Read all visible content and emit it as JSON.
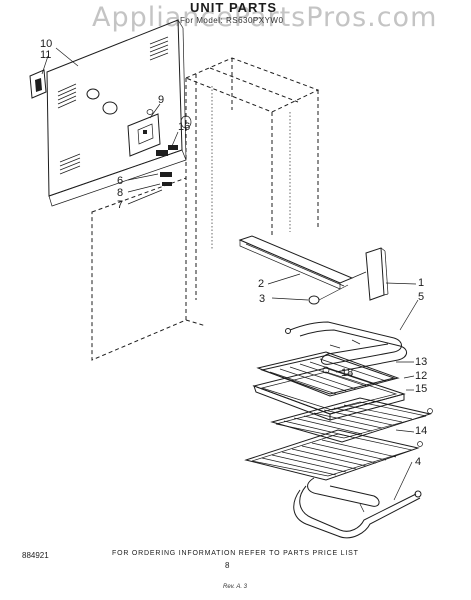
{
  "watermark": "AppliancePartsPros.com",
  "title": "UNIT PARTS",
  "subtitle": "For Model: RS630PXYW0",
  "callouts": [
    "10",
    "11",
    "9",
    "16",
    "6",
    "8",
    "7",
    "2",
    "3",
    "1",
    "5",
    "13",
    "18",
    "12",
    "15",
    "14",
    "4"
  ],
  "footer": {
    "note": "FOR ORDERING INFORMATION REFER TO PARTS PRICE LIST",
    "code": "884921",
    "page": "8",
    "print_mark": "Rev. A. 3"
  }
}
